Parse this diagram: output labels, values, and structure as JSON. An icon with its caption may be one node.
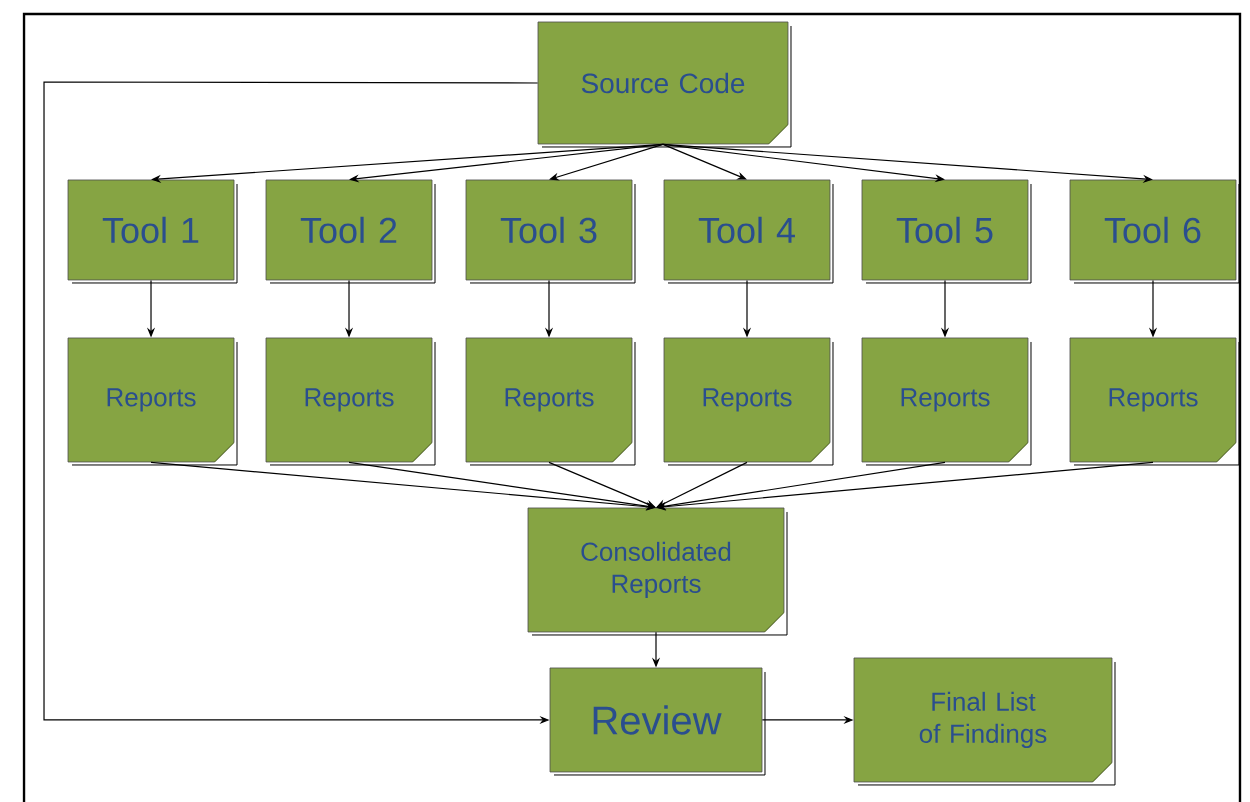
{
  "diagram": {
    "nodes": [
      {
        "text": [
          "Source Code"
        ]
      },
      {
        "text": [
          "Tool 1"
        ]
      },
      {
        "text": [
          "Tool 2"
        ]
      },
      {
        "text": [
          "Tool 3"
        ]
      },
      {
        "text": [
          "Tool 4"
        ]
      },
      {
        "text": [
          "Tool 5"
        ]
      },
      {
        "text": [
          "Tool 6"
        ]
      },
      {
        "text": [
          "Reports"
        ]
      },
      {
        "text": [
          "Reports"
        ]
      },
      {
        "text": [
          "Reports"
        ]
      },
      {
        "text": [
          "Reports"
        ]
      },
      {
        "text": [
          "Reports"
        ]
      },
      {
        "text": [
          "Reports"
        ]
      },
      {
        "text": [
          "Consolidated Reports"
        ]
      },
      {
        "text": [
          "Review"
        ]
      },
      {
        "text": [
          "Final List of Findings"
        ]
      }
    ],
    "edges": [
      {
        "from": 0,
        "to": 1,
        "arrow": "to"
      },
      {
        "from": 0,
        "to": 2,
        "arrow": "to"
      },
      {
        "from": 0,
        "to": 3,
        "arrow": "to"
      },
      {
        "from": 0,
        "to": 4,
        "arrow": "to"
      },
      {
        "from": 0,
        "to": 5,
        "arrow": "to"
      },
      {
        "from": 0,
        "to": 6,
        "arrow": "to"
      },
      {
        "from": 1,
        "to": 7,
        "arrow": "to"
      },
      {
        "from": 2,
        "to": 8,
        "arrow": "to"
      },
      {
        "from": 3,
        "to": 9,
        "arrow": "to"
      },
      {
        "from": 4,
        "to": 10,
        "arrow": "to"
      },
      {
        "from": 5,
        "to": 11,
        "arrow": "to"
      },
      {
        "from": 6,
        "to": 12,
        "arrow": "to"
      },
      {
        "from": 7,
        "to": 13,
        "arrow": "to"
      },
      {
        "from": 8,
        "to": 13,
        "arrow": "to"
      },
      {
        "from": 9,
        "to": 13,
        "arrow": "to"
      },
      {
        "from": 10,
        "to": 13,
        "arrow": "to"
      },
      {
        "from": 11,
        "to": 13,
        "arrow": "to"
      },
      {
        "from": 12,
        "to": 13,
        "arrow": "to"
      },
      {
        "from": 13,
        "to": 14,
        "arrow": "to"
      },
      {
        "from": 0,
        "to": 14,
        "arrow": "to"
      },
      {
        "from": 14,
        "to": 15,
        "arrow": "to"
      }
    ]
  }
}
